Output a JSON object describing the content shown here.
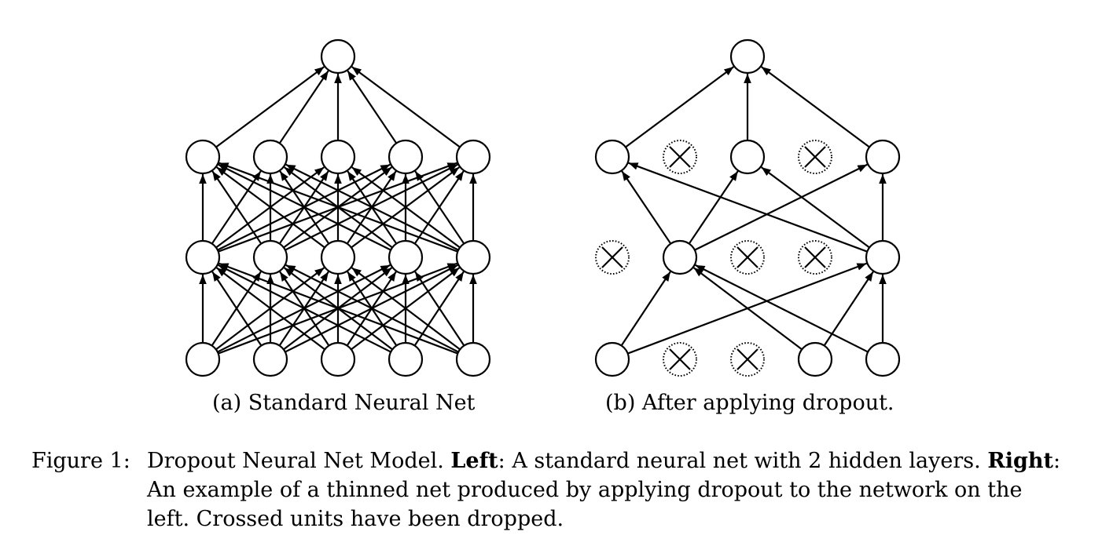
{
  "figure": {
    "panel_a": {
      "caption": "(a) Standard Neural Net",
      "layers": [
        [
          true,
          true,
          true,
          true,
          true
        ],
        [
          true,
          true,
          true,
          true,
          true
        ],
        [
          true,
          true,
          true,
          true,
          true
        ],
        [
          true
        ]
      ],
      "connectivity": "full"
    },
    "panel_b": {
      "caption": "(b) After applying dropout.",
      "layers": [
        [
          true,
          false,
          false,
          true,
          true
        ],
        [
          false,
          true,
          false,
          false,
          true
        ],
        [
          true,
          false,
          true,
          false,
          true
        ],
        [
          true
        ]
      ],
      "connectivity": "retained-units-only"
    }
  },
  "caption": {
    "label": "Figure 1:",
    "intro": "Dropout Neural Net Model.",
    "left_label": "Left",
    "left_text": ": A standard neural net with 2 hidden layers.",
    "right_label": "Right",
    "right_text": ": An example of a thinned net produced by applying dropout to the network on the left. Crossed units have been dropped."
  }
}
